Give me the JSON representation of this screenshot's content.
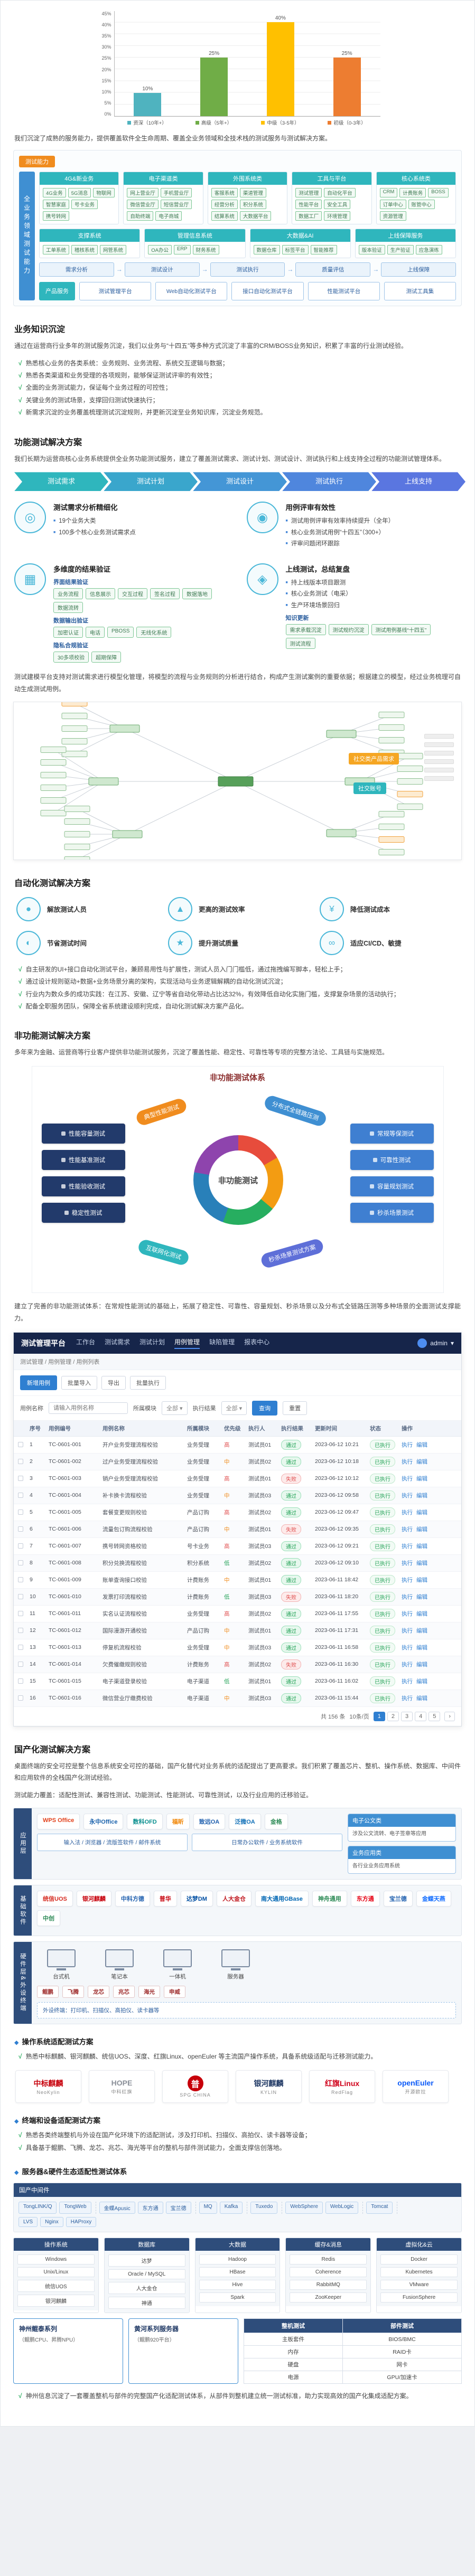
{
  "icons": {
    "check": "√",
    "diamond": "◆",
    "card": [
      "◎",
      "◉",
      "▦",
      "◈"
    ],
    "benefit": [
      "●",
      "▲",
      "¥",
      "◐",
      "★",
      "∞"
    ]
  },
  "chart_data": {
    "type": "bar",
    "title": "",
    "categories": [
      "资深（10年+）",
      "高级（5年+）",
      "中级（3-5年）",
      "初级（0-3年）"
    ],
    "values": [
      10,
      25,
      40,
      25
    ],
    "value_labels": [
      "10%",
      "25%",
      "40%",
      "25%"
    ],
    "colors": [
      "#4fb3bf",
      "#70ad47",
      "#ffc000",
      "#ed7d31"
    ],
    "xlabel": "",
    "ylabel": "",
    "ylim": [
      0,
      45
    ],
    "yticks": [
      "0%",
      "5%",
      "10%",
      "15%",
      "20%",
      "25%",
      "30%",
      "35%",
      "40%",
      "45%"
    ],
    "grid": true,
    "legend_position": "none"
  },
  "intro": "我们沉淀了成熟的服务能力，提供覆盖软件全生命周期、覆盖全业务领域和全技术栈的测试服务与测试解决方案。",
  "architecture": {
    "tab": "测试能力",
    "side_label": "全业务领域测试能力",
    "rows": [
      {
        "columns": [
          {
            "header": "4G&新业务",
            "chips": [
              "4G业务",
              "5G消息",
              "物联网",
              "智慧家庭",
              "号卡业务",
              "携号转网"
            ]
          },
          {
            "header": "电子渠道类",
            "chips": [
              "网上营业厅",
              "手机营业厅",
              "微信营业厅",
              "短信营业厅",
              "自助终端",
              "电子商城"
            ]
          },
          {
            "header": "外围系统类",
            "chips": [
              "客服系统",
              "渠道管理",
              "经营分析",
              "积分系统",
              "结算系统",
              "大数据平台"
            ]
          },
          {
            "header": "工具与平台",
            "chips": [
              "测试管理",
              "自动化平台",
              "性能平台",
              "安全工具",
              "数据工厂",
              "环境管理"
            ]
          },
          {
            "header": "核心系统类",
            "chips": [
              "CRM",
              "计费账务",
              "BOSS",
              "订单中心",
              "账管中心",
              "资源管理"
            ]
          }
        ]
      },
      {
        "columns": [
          {
            "header": "支撑系统",
            "chips": [
              "工单系统",
              "稽核系统",
              "网管系统"
            ]
          },
          {
            "header": "管理信息系统",
            "chips": [
              "OA办公",
              "ERP",
              "财务系统"
            ]
          },
          {
            "header": "大数据&AI",
            "chips": [
              "数据仓库",
              "标签平台",
              "智能推荐"
            ]
          },
          {
            "header": "上线保障服务",
            "chips": [
              "版本验证",
              "生产验证",
              "应急演练"
            ]
          }
        ]
      }
    ],
    "flow": [
      "需求分析",
      "测试设计",
      "测试执行",
      "质量评估",
      "上线保障"
    ],
    "products_label": "产品服务",
    "products": [
      "测试管理平台",
      "Web自动化测试平台",
      "接口自动化测试平台",
      "性能测试平台",
      "测试工具集"
    ]
  },
  "biz": {
    "title": "业务知识沉淀",
    "para": "通过在运营商行业多年的测试服务沉淀，我们以业务与“十四五”等多种方式沉淀了丰富的CRM/BOSS业务知识，积累了丰富的行业测试经验。",
    "bullets": [
      "熟悉核心业务的各类系统：业务规则、业务流程、系统交互逻辑与数据；",
      "熟悉各类渠道和业务受理的各项规则，能够保证测试评审的有效性；",
      "全面的业务测试能力，保证每个业务过程的可控性；",
      "关键业务的测试场景，支撑回归测试快速执行；",
      "新需求沉淀的业务覆盖梳理测试沉淀规则，并更新沉淀至业务知识库，沉淀业务规范。"
    ]
  },
  "functional": {
    "title": "功能测试解决方案",
    "para": "我们长期为运营商核心业务系统提供全业务功能测试服务，建立了覆盖测试需求、测试计划、测试设计、测试执行和上线支持全过程的功能测试管理体系。",
    "flow": [
      "测试需求",
      "测试计划",
      "测试设计",
      "测试执行",
      "上线支持"
    ],
    "cards": [
      {
        "title": "测试需求分析精细化",
        "bullets": [
          "19个业务大类",
          "100多个核心业务测试需求点"
        ],
        "groups": []
      },
      {
        "title": "用例评审有效性",
        "bullets": [
          "测试用例评审有效率持续提升（全年）",
          "核心业务测试用例“十四五”（300+）",
          "评审问题闭环跟踪"
        ],
        "groups": []
      },
      {
        "title": "多维度的结果验证",
        "bullets": [],
        "groups": [
          {
            "name": "界面结果验证",
            "tags": [
              "业务流程",
              "信息展示",
              "交互过程",
              "签名过程",
              "数据落地",
              "数据流转"
            ]
          },
          {
            "name": "数据输出验证",
            "tags": [
              "加密认证",
              "电话",
              "PBOSS",
              "无线化系统"
            ]
          },
          {
            "name": "隐私合规验证",
            "tags": [
              "30多项校验",
              "超期保障"
            ]
          }
        ]
      },
      {
        "title": "上线测试，总结复盘",
        "bullets": [
          "持上线版本项目跟测",
          "核心业务测试（电采）",
          "生产环境场景回归"
        ],
        "groups": [
          {
            "name": "知识更新",
            "tags": [
              "需求承载沉淀",
              "测试规约沉淀",
              "测试用例基线“十四五”",
              "测试流程"
            ]
          }
        ]
      }
    ],
    "model_para": "测试建模平台支持对测试需求进行模型化管理，将模型的流程与业务规则的分析进行结合，构成产生测试案例的重要依据；根据建立的模型，经过业务梳理可自动生成测试用例。",
    "mindmap": {
      "label_primary": "社交类产品需求",
      "label_secondary": "社交账号"
    }
  },
  "automation": {
    "title": "自动化测试解决方案",
    "benefits": [
      "解放测试人员",
      "更高的测试效率",
      "降低测试成本",
      "节省测试时间",
      "提升测试质量",
      "适应CI/CD、敏捷"
    ],
    "bullets": [
      "自主研发的UI+接口自动化测试平台，兼顾易用性与扩展性，测试人员入门门槛低，通过拖拽编写脚本，轻松上手；",
      "通过设计规则驱动+数据+业务场景分离的架构，实现活动与业务逻辑解耦的自动化测试沉淀；",
      "行业内为数众多的成功实践：在江苏、安徽、辽宁等省自动化带动占比达32%，有效降低自动化实施门槛，支撑复杂场景的活动执行；",
      "配备全职服务团队，保障全省系统建设顺利完成，自动化测试解决方案产品化。"
    ]
  },
  "nonfunctional": {
    "title": "非功能测试解决方案",
    "para": "多年来为金融、运营商等行业客户提供非功能测试服务，沉淀了覆盖性能、稳定性、可靠性等专项的完整方法论、工具链与实施规范。",
    "diagram": {
      "title": "非功能测试体系",
      "center": "非功能测试",
      "petals": [
        {
          "text": "典型性能测试",
          "color": "#f08c1e"
        },
        {
          "text": "分布式全链路压测",
          "color": "#3f8fd2"
        },
        {
          "text": "互联网化测试",
          "color": "#2fb6bd"
        },
        {
          "text": "秒杀场景测试方案",
          "color": "#5e6fd8"
        }
      ],
      "left_boxes": [
        "性能容量测试",
        "性能基准测试",
        "性能验收测试",
        "稳定性测试"
      ],
      "right_boxes": [
        "常规等保测试",
        "可靠性测试",
        "容量规划测试",
        "秒杀场景测试"
      ]
    },
    "para2": "建立了完善的非功能测试体系：在常规性能测试的基础上，拓展了稳定性、可靠性、容量规划、秒杀场景以及分布式全链路压测等多种场景的全面测试支撑能力。"
  },
  "platform": {
    "brand": "测试管理平台",
    "nav": [
      "工作台",
      "测试需求",
      "测试计划",
      "用例管理",
      "缺陷管理",
      "报表中心"
    ],
    "nav_active": "用例管理",
    "user": "admin",
    "breadcrumb": "测试管理 / 用例管理 / 用例列表",
    "buttons": [
      "新增用例",
      "批量导入",
      "导出",
      "批量执行"
    ],
    "filters": {
      "name_label": "用例名称",
      "name_placeholder": "请输入用例名称",
      "module_label": "所属模块",
      "module_value": "全部",
      "result_label": "执行结果",
      "result_value": "全部",
      "search_btn": "查询",
      "reset_btn": "重置"
    },
    "columns": [
      "",
      "序号",
      "用例编号",
      "用例名称",
      "所属模块",
      "优先级",
      "执行人",
      "执行结果",
      "更新时间",
      "状态",
      "操作"
    ],
    "row_ops": [
      "执行",
      "编辑"
    ],
    "rows": [
      [
        "1",
        "TC-0601-001",
        "开户业务受理流程校验",
        "业务受理",
        "高",
        "测试员01",
        "通过",
        "2023-06-12 10:21",
        "已执行"
      ],
      [
        "2",
        "TC-0601-002",
        "过户业务受理流程校验",
        "业务受理",
        "中",
        "测试员02",
        "通过",
        "2023-06-12 10:18",
        "已执行"
      ],
      [
        "3",
        "TC-0601-003",
        "销户业务受理流程校验",
        "业务受理",
        "高",
        "测试员01",
        "失败",
        "2023-06-12 10:12",
        "已执行"
      ],
      [
        "4",
        "TC-0601-004",
        "补卡换卡流程校验",
        "业务受理",
        "中",
        "测试员03",
        "通过",
        "2023-06-12 09:58",
        "已执行"
      ],
      [
        "5",
        "TC-0601-005",
        "套餐变更规则校验",
        "产品订购",
        "高",
        "测试员02",
        "通过",
        "2023-06-12 09:47",
        "已执行"
      ],
      [
        "6",
        "TC-0601-006",
        "流量包订购流程校验",
        "产品订购",
        "中",
        "测试员01",
        "失败",
        "2023-06-12 09:35",
        "已执行"
      ],
      [
        "7",
        "TC-0601-007",
        "携号转网资格校验",
        "号卡业务",
        "高",
        "测试员03",
        "通过",
        "2023-06-12 09:21",
        "已执行"
      ],
      [
        "8",
        "TC-0601-008",
        "积分兑换流程校验",
        "积分系统",
        "低",
        "测试员02",
        "通过",
        "2023-06-12 09:10",
        "已执行"
      ],
      [
        "9",
        "TC-0601-009",
        "账单查询接口校验",
        "计费账务",
        "中",
        "测试员01",
        "通过",
        "2023-06-11 18:42",
        "已执行"
      ],
      [
        "10",
        "TC-0601-010",
        "发票打印流程校验",
        "计费账务",
        "低",
        "测试员03",
        "失败",
        "2023-06-11 18:20",
        "已执行"
      ],
      [
        "11",
        "TC-0601-011",
        "实名认证流程校验",
        "业务受理",
        "高",
        "测试员02",
        "通过",
        "2023-06-11 17:55",
        "已执行"
      ],
      [
        "12",
        "TC-0601-012",
        "国际漫游开通校验",
        "产品订购",
        "中",
        "测试员01",
        "通过",
        "2023-06-11 17:31",
        "已执行"
      ],
      [
        "13",
        "TC-0601-013",
        "停复机流程校验",
        "业务受理",
        "中",
        "测试员03",
        "通过",
        "2023-06-11 16:58",
        "已执行"
      ],
      [
        "14",
        "TC-0601-014",
        "欠费催缴规则校验",
        "计费账务",
        "高",
        "测试员02",
        "失败",
        "2023-06-11 16:30",
        "已执行"
      ],
      [
        "15",
        "TC-0601-015",
        "电子渠道登录校验",
        "电子渠道",
        "低",
        "测试员01",
        "通过",
        "2023-06-11 16:02",
        "已执行"
      ],
      [
        "16",
        "TC-0601-016",
        "微信营业厅缴费校验",
        "电子渠道",
        "中",
        "测试员03",
        "通过",
        "2023-06-11 15:44",
        "已执行"
      ]
    ],
    "pager": {
      "total": "共 156 条",
      "size": "10条/页",
      "pages": [
        "1",
        "2",
        "3",
        "4",
        "5"
      ],
      "next": "›"
    }
  },
  "domestic": {
    "title": "国产化测试解决方案",
    "para1": "桌面终端的安全可控是整个信息系统安全可控的基础，国产化替代对业务系统的适配提出了更高要求。我们积累了覆盖芯片、整机、操作系统、数据库、中间件和应用软件的全栈国产化测试经验。",
    "para2": "测试能力覆盖：适配性测试、兼容性测试、功能测试、性能测试、可靠性测试，以及行业应用的迁移验证。",
    "stack": {
      "layers": [
        {
          "label": "应用层",
          "logos": [
            {
              "t": "WPS Office",
              "c": "#e2401b"
            },
            {
              "t": "永中Office",
              "c": "#1a62ac"
            },
            {
              "t": "数科OFD",
              "c": "#0a8f8f"
            },
            {
              "t": "福昕",
              "c": "#f08300"
            },
            {
              "t": "致远OA",
              "c": "#1f5fae"
            },
            {
              "t": "泛微OA",
              "c": "#0f6fb7"
            },
            {
              "t": "金格",
              "c": "#2e8b57"
            }
          ],
          "boxes": [
            "输入法 / 浏览器 / 流版签软件 / 邮件系统",
            "日常办公软件 / 业务系统软件"
          ],
          "side": [
            {
              "title": "电子公文类",
              "desc": "涉及公文流转、电子签章等应用"
            },
            {
              "title": "业务应用类",
              "desc": "各行业业务应用系统"
            }
          ]
        },
        {
          "label": "基础软件",
          "logos": [
            {
              "t": "统信UOS",
              "c": "#d5281e"
            },
            {
              "t": "银河麒麟",
              "c": "#c7000b"
            },
            {
              "t": "中科方德",
              "c": "#1f5fae"
            },
            {
              "t": "普华",
              "c": "#c7000b"
            },
            {
              "t": "达梦DM",
              "c": "#004ea2"
            },
            {
              "t": "人大金仓",
              "c": "#c01920"
            },
            {
              "t": "南大通用GBase",
              "c": "#0066b3"
            },
            {
              "t": "神舟通用",
              "c": "#2e8b57"
            },
            {
              "t": "东方通",
              "c": "#e60012"
            },
            {
              "t": "宝兰德",
              "c": "#1f5fae"
            },
            {
              "t": "金蝶天燕",
              "c": "#0f6bff"
            },
            {
              "t": "中创",
              "c": "#2e8b57"
            }
          ]
        },
        {
          "label": "硬件层&外设终端",
          "devices": [
            "台式机",
            "笔记本",
            "一体机",
            "服务器"
          ],
          "chips": [
            "鲲鹏",
            "飞腾",
            "龙芯",
            "兆芯",
            "海光",
            "申威"
          ],
          "peripherals": "外设终端：打印机、扫描仪、高拍仪、读卡器等"
        }
      ]
    }
  },
  "os_adapt": {
    "title": "操作系统适配测试方案",
    "bullet": "熟悉中标麒麟、银河麒麟、统信UOS、深度、红旗Linux、openEuler 等主流国产操作系统，具备系统级适配与迁移测试能力。",
    "logos": [
      {
        "t": "中标麒麟",
        "sub": "NeoKylin",
        "c": "#c7000b"
      },
      {
        "t": "HOPE",
        "sub": "中科红旗",
        "c": "#8a8f98"
      },
      {
        "t": "",
        "seal": "普",
        "sub": "SPG CHINA",
        "c": "#c7000b"
      },
      {
        "t": "银河麒麟",
        "sub": "KYLIN",
        "c": "#1f3864"
      },
      {
        "t": "红旗Linux",
        "sub": "RedFlag",
        "c": "#d0021b"
      },
      {
        "t": "openEuler",
        "sub": "开源欧拉",
        "c": "#0a59f7"
      }
    ]
  },
  "terminal_adapt": {
    "title": "终端和设备适配测试方案",
    "bullets": [
      "熟悉各类终端整机与外设在国产化环境下的适配测试，涉及打印机、扫描仪、高拍仪、读卡器等设备；",
      "具备基于鲲鹏、飞腾、龙芯、兆芯、海光等平台的整机与部件测试能力，全面支撑信创落地。"
    ]
  },
  "server_eco": {
    "title": "服务器&硬件生态适配性测试体系",
    "middleware_label": "国产中间件",
    "middleware_groups": [
      [
        "TongLINK/Q",
        "TongWeb"
      ],
      [
        "金蝶Apusic",
        "东方通",
        "宝兰德"
      ],
      [
        "MQ",
        "Kafka"
      ],
      [
        "Tuxedo"
      ],
      [
        "WebSphere",
        "WebLogic"
      ],
      [
        "Tomcat"
      ],
      [
        "LVS",
        "Nginx",
        "HAProxy"
      ]
    ],
    "grid": [
      {
        "name": "操作系统",
        "items": [
          "Windows",
          "Unix/Linux",
          "统信UOS",
          "银河麒麟"
        ]
      },
      {
        "name": "数据库",
        "items": [
          "达梦",
          "Oracle / MySQL",
          "人大金仓",
          "神通"
        ]
      },
      {
        "name": "大数据",
        "items": [
          "Hadoop",
          "HBase",
          "Hive",
          "Spark"
        ]
      },
      {
        "name": "缓存&消息",
        "items": [
          "Redis",
          "Coherence",
          "RabbitMQ",
          "ZooKeeper"
        ]
      },
      {
        "name": "虚拟化&云",
        "items": [
          "Docker",
          "Kubernetes",
          "VMware",
          "FusionSphere"
        ]
      }
    ],
    "servers": [
      {
        "name": "神州鲲泰系列",
        "desc": "（鲲鹏CPU、昇腾NPU）"
      },
      {
        "name": "黄河系列服务器",
        "desc": "（鲲鹏920平台）"
      }
    ],
    "test_table": {
      "headers": [
        "整机测试",
        "部件测试"
      ],
      "rows": [
        [
          "主板套件",
          "BIOS/BMC"
        ],
        [
          "内存",
          "RAID卡"
        ],
        [
          "硬盘",
          "网卡"
        ],
        [
          "电源",
          "GPU/加速卡"
        ]
      ]
    }
  },
  "final_bullet": "神州信息沉淀了一套覆盖整机与部件的完整国产化适配测试体系，从部件到整机建立统一测试标准，助力实现高效的国产化集成适配方案。"
}
